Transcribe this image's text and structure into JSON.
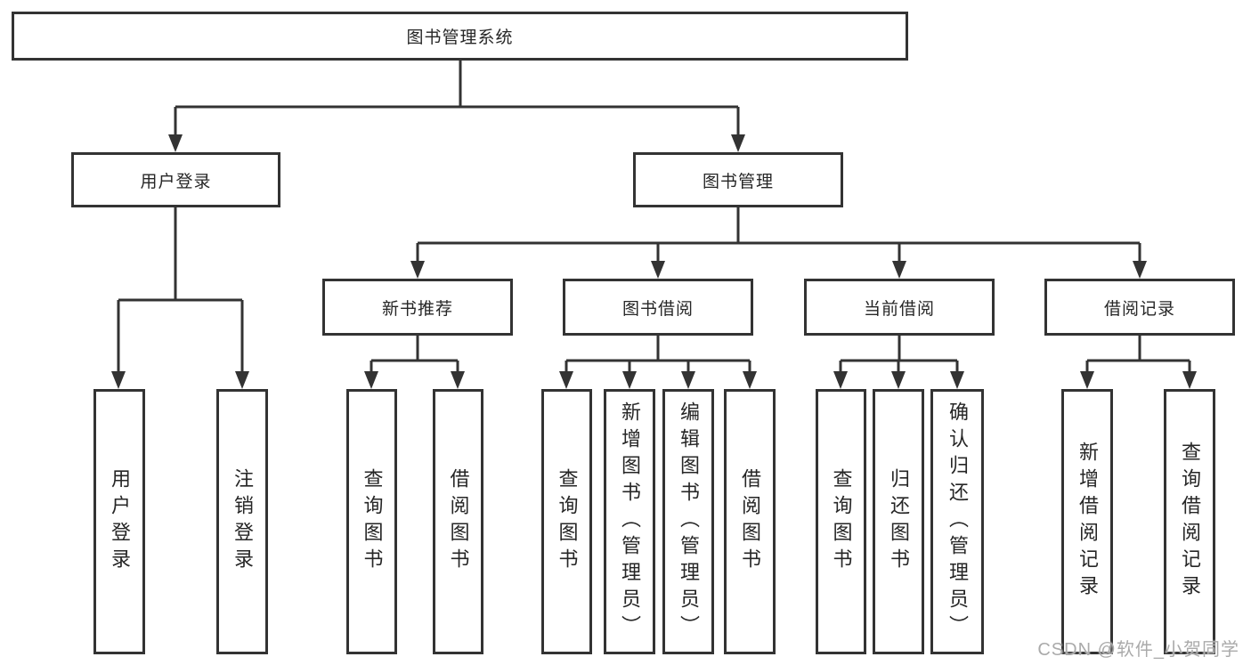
{
  "title": "图书管理系统",
  "watermark": "CSDN @软件_小贺同学",
  "colors": {
    "line": "#333333",
    "box_border": "#333333",
    "text": "#262626",
    "background": "#ffffff",
    "watermark": "#aaaaaa"
  },
  "nodes": {
    "root": "图书管理系统",
    "user_login": "用户登录",
    "book_mgmt": "图书管理",
    "new_book_rec": "新书推荐",
    "book_borrow": "图书借阅",
    "current_borrow": "当前借阅",
    "borrow_records": "借阅记录",
    "leaf_user_login": "用户登录",
    "leaf_logout": "注销登录",
    "leaf_query_books_rec": "查询图书",
    "leaf_borrow_books_rec": "借阅图书",
    "leaf_query_books_borrow": "查询图书",
    "leaf_add_book_admin": "新增图书（管理员）",
    "leaf_edit_book_admin": "编辑图书（管理员）",
    "leaf_borrow_books_borrow": "借阅图书",
    "leaf_query_books_current": "查询图书",
    "leaf_return_book": "归还图书",
    "leaf_confirm_return_admin": "确认归还（管理员）",
    "leaf_add_borrow_record": "新增借阅记录",
    "leaf_query_borrow_record": "查询借阅记录"
  }
}
